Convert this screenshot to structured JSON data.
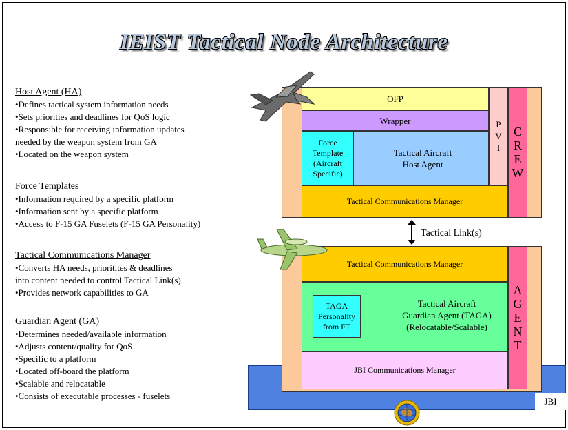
{
  "title": "IEIST Tactical Node Architecture",
  "sections": [
    {
      "heading": "Host Agent (HA)",
      "bullets": [
        "•Defines tactical system information needs",
        "•Sets priorities and deadlines for QoS logic",
        "•Responsible for receiving information updates",
        "needed by the weapon system from GA",
        "•Located on the weapon system"
      ]
    },
    {
      "heading": "Force Templates",
      "bullets": [
        "•Information required by a specific platform",
        "•Information sent by a specific platform",
        "•Access to F-15 GA Fuselets (F-15 GA Personality)"
      ]
    },
    {
      "heading": "Tactical Communications Manager",
      "bullets": [
        "•Converts HA needs, prioritites & deadlines",
        "into content needed to control Tactical Link(s)",
        "•Provides network capabilities to GA"
      ]
    },
    {
      "heading": "Guardian Agent (GA)",
      "bullets": [
        "•Determines needed/available information",
        "•Adjusts content/quality for QoS",
        "•Specific to a platform",
        "•Located off-board the platform",
        "•Scalable and relocatable",
        "•Consists of executable processes - fuselets"
      ]
    }
  ],
  "diagram": {
    "ofp": "OFP",
    "wrapper": "Wrapper",
    "pvi": [
      "P",
      "V",
      "I"
    ],
    "crew": [
      "C",
      "R",
      "E",
      "W"
    ],
    "force_template": [
      "Force",
      "Template",
      "(Aircraft",
      "Specific)"
    ],
    "host_agent": [
      "Tactical Aircraft",
      "Host Agent"
    ],
    "tcm_top": "Tactical Communications Manager",
    "tactical_link": "Tactical Link(s)",
    "tcm_bottom": "Tactical Communications Manager",
    "taga_personality": [
      "TAGA",
      "Personality",
      "from FT"
    ],
    "guardian_agent": [
      "Tactical Aircraft",
      "Guardian Agent (TAGA)",
      "(Relocatable/Scalable)"
    ],
    "agent": [
      "A",
      "G",
      "E",
      "N",
      "T"
    ],
    "jbi_comm": "JBI Communications Manager",
    "jbi": "JBI"
  },
  "colors": {
    "peach": "#fcc99a",
    "yellow": "#ffff99",
    "purple": "#cc99ff",
    "blue": "#99ccff",
    "cyan": "#33ffff",
    "orange": "#ffcc00",
    "green": "#66ff99",
    "pink": "#ff6699",
    "lightpink": "#ffcccc",
    "lilac": "#ffccff",
    "jbiblue": "#4f81e0"
  }
}
